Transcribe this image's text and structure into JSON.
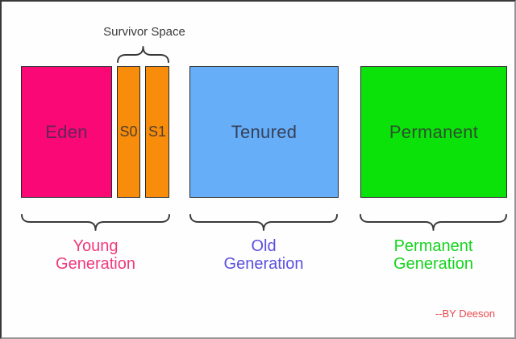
{
  "diagram": {
    "survivor_space": {
      "label": "Survivor Space",
      "label_color": "#3a3a3a"
    },
    "boxes": [
      {
        "id": "eden",
        "label": "Eden",
        "fill": "#fb0877",
        "text_color": "#642458"
      },
      {
        "id": "s0",
        "label": "S0",
        "fill": "#f88d0c",
        "text_color": "#53402a"
      },
      {
        "id": "s1",
        "label": "S1",
        "fill": "#f88d0c",
        "text_color": "#53402a"
      },
      {
        "id": "tenured",
        "label": "Tenured",
        "fill": "#66aef8",
        "text_color": "#36415a"
      },
      {
        "id": "permanent",
        "label": "Permanent",
        "fill": "#0ae20a",
        "text_color": "#2c522c"
      }
    ],
    "groups": [
      {
        "id": "young",
        "line1": "Young",
        "line2": "Generation",
        "color": "#ef3a7c"
      },
      {
        "id": "old",
        "line1": "Old",
        "line2": "Generation",
        "color": "#5b50e0"
      },
      {
        "id": "permanent",
        "line1": "Permanent",
        "line2": "Generation",
        "color": "#14d41e"
      }
    ],
    "byline": {
      "text": "--BY Deeson",
      "color": "#e84a4e"
    },
    "brace_color": "#3a3a3a",
    "box_border_color": "#26262a",
    "background": "#fefefe"
  }
}
